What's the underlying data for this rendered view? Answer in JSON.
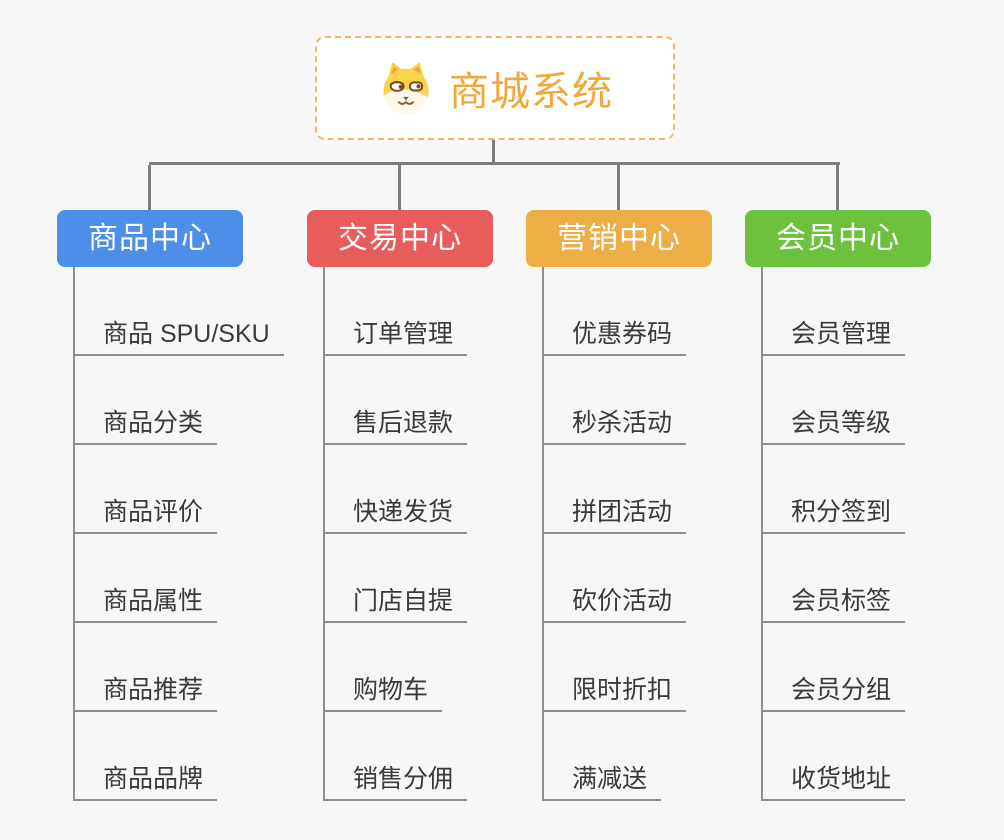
{
  "root": {
    "title": "商城系统",
    "icon": "dog-face-icon"
  },
  "branches": [
    {
      "label": "商品中心",
      "color": "#4d8fe8",
      "items": [
        "商品 SPU/SKU",
        "商品分类",
        "商品评价",
        "商品属性",
        "商品推荐",
        "商品品牌"
      ]
    },
    {
      "label": "交易中心",
      "color": "#e85c5c",
      "items": [
        "订单管理",
        "售后退款",
        "快递发货",
        "门店自提",
        "购物车",
        "销售分佣"
      ]
    },
    {
      "label": "营销中心",
      "color": "#edae45",
      "items": [
        "优惠券码",
        "秒杀活动",
        "拼团活动",
        "砍价活动",
        "限时折扣",
        "满减送"
      ]
    },
    {
      "label": "会员中心",
      "color": "#6cc13d",
      "items": [
        "会员管理",
        "会员等级",
        "积分签到",
        "会员标签",
        "会员分组",
        "收货地址"
      ]
    }
  ],
  "colors": {
    "background": "#f7f7f7",
    "connector_line": "#7d7d7d",
    "leaf_line": "#8f8f8f",
    "leaf_text": "#3a3a3a",
    "root_title": "#efa93b",
    "root_border": "#eeb868"
  }
}
